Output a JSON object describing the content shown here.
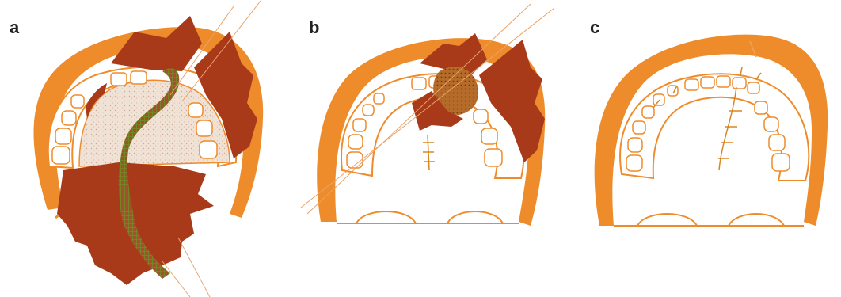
{
  "panels": [
    {
      "label": "a"
    },
    {
      "label": "b"
    },
    {
      "label": "c"
    }
  ],
  "colors": {
    "orange": "#EE8C2C",
    "light_orange": "#F2A35A",
    "tissue": "#A83A1A",
    "tissue_dark": "#8E2E12",
    "speckle": "#F3E4D8",
    "graft": "#B56C2A",
    "suture": "#D9861E"
  }
}
